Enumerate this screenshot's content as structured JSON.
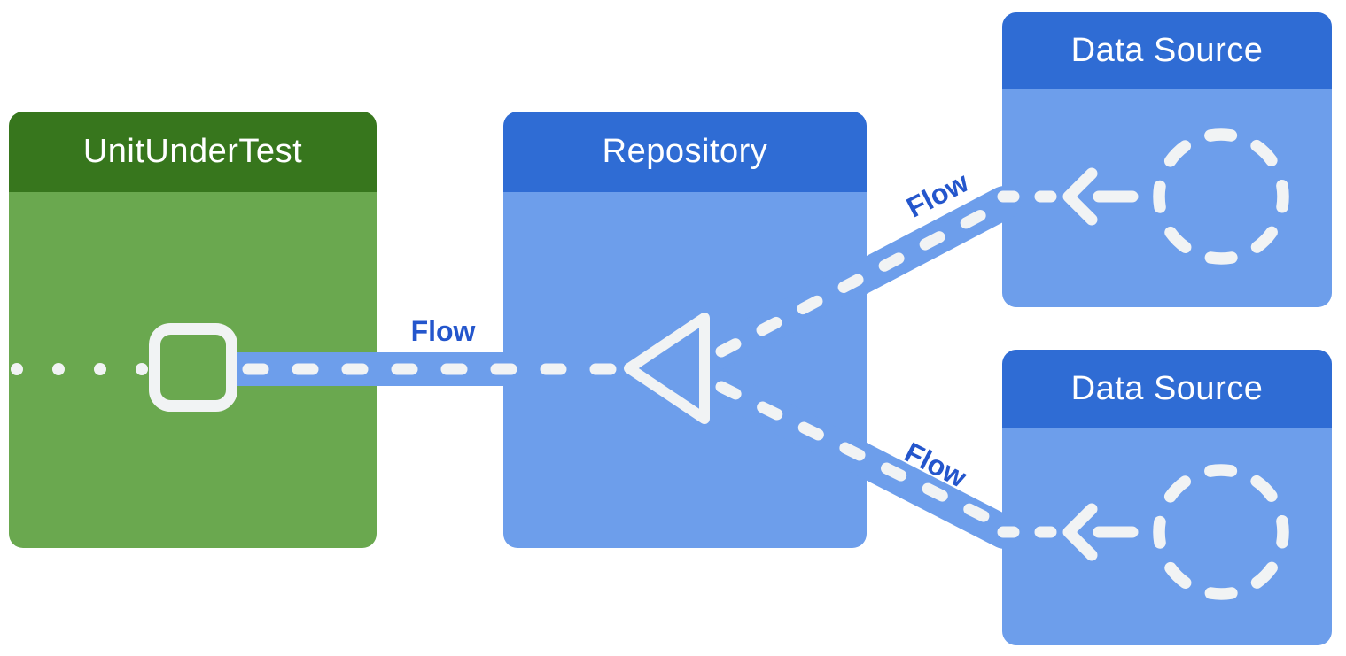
{
  "boxes": {
    "unit_under_test": {
      "title": "UnitUnderTest",
      "icon": "square-outline-icon"
    },
    "repository": {
      "title": "Repository",
      "icon": "triangle-left-icon"
    },
    "data_source_top": {
      "title": "Data Source",
      "icons": [
        "arrow-left-icon",
        "dashed-circle-icon"
      ]
    },
    "data_source_bottom": {
      "title": "Data Source",
      "icons": [
        "arrow-left-icon",
        "dashed-circle-icon"
      ]
    }
  },
  "connectors": {
    "unit_to_repository": {
      "label": "Flow",
      "style": "dashed-band"
    },
    "repository_to_data_source_top": {
      "label": "Flow",
      "style": "dashed-band"
    },
    "repository_to_data_source_bottom": {
      "label": "Flow",
      "style": "dashed-band"
    }
  },
  "colors": {
    "green_header": "#37761d",
    "green_body": "#6aa84f",
    "blue_header": "#2f6cd4",
    "blue_body": "#6d9eeb",
    "flow_label": "#2456cc",
    "shape_white": "#f1f3f4",
    "title_text": "#ffffff",
    "background": "#ffffff"
  }
}
